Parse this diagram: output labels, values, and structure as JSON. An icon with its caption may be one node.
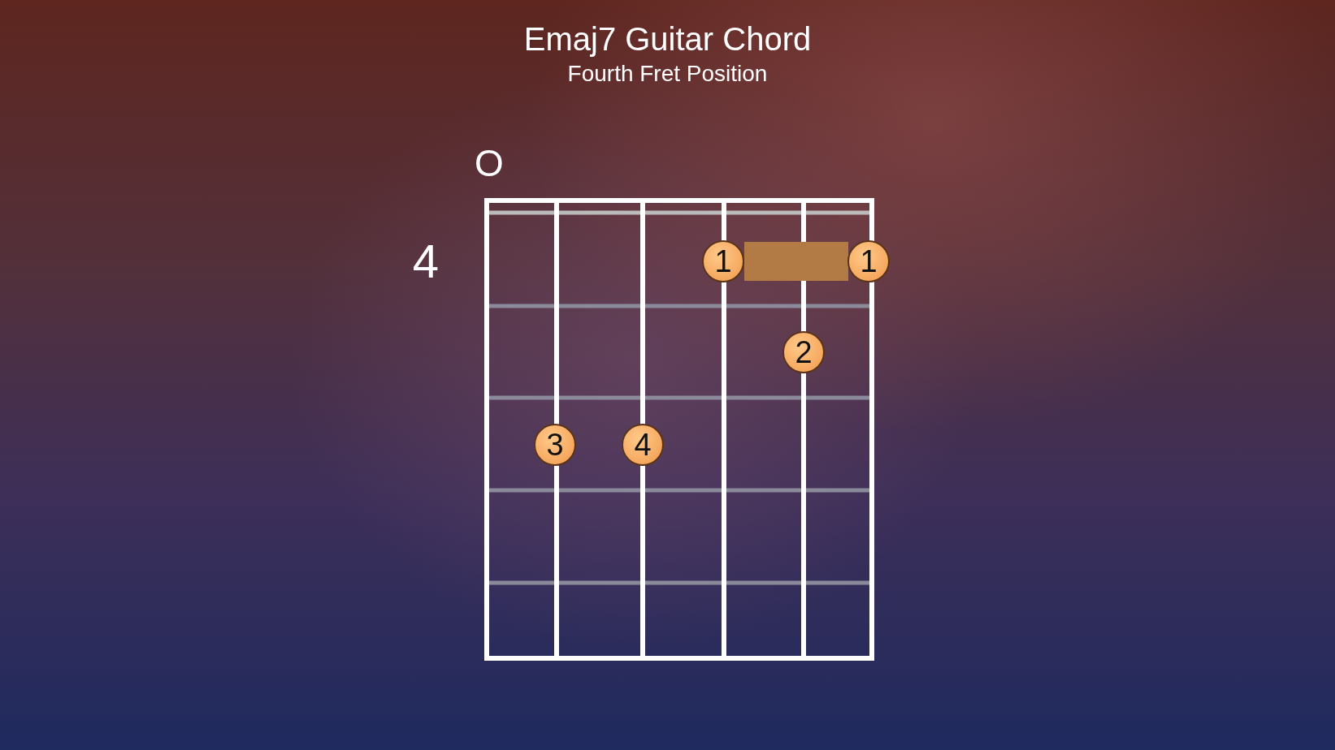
{
  "diagram": {
    "title": "Emaj7 Guitar Chord",
    "nodes": [
      {
        "text": [
          "1"
        ]
      },
      {
        "text": [],
        "shape": "bar"
      },
      {
        "text": [
          "1"
        ]
      },
      {
        "text": [
          "2"
        ]
      },
      {
        "text": [
          "3"
        ]
      },
      {
        "text": [
          "4"
        ]
      }
    ],
    "labels": [
      "Fourth Fret Position",
      "O",
      "4"
    ]
  }
}
